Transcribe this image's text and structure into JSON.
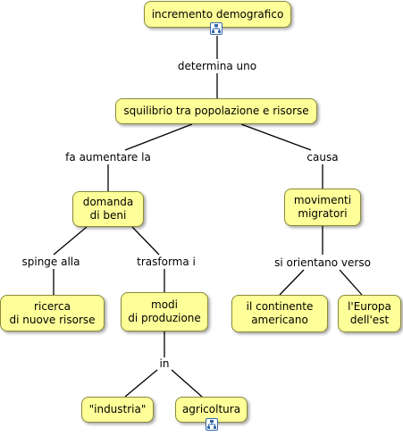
{
  "nodes": {
    "incremento": "incremento demografico",
    "squilibrio": "squilibrio tra popolazione e risorse",
    "domanda": "domanda\ndi beni",
    "movimenti": "movimenti\nmigratori",
    "ricerca": "ricerca\ndi nuove risorse",
    "modi": "modi\ndi produzione",
    "continente": "il continente\namericano",
    "europa": "l'Europa\ndell'est",
    "industria": "\"industria\"",
    "agricoltura": "agricoltura"
  },
  "links": {
    "determina": "determina uno",
    "fa_aumentare": "fa aumentare la",
    "causa": "causa",
    "spinge": "spinge alla",
    "trasforma": "trasforma i",
    "orientano": "si orientano verso",
    "in": "in"
  },
  "icons": [
    "concept-map-link-icon",
    "concept-map-link-icon"
  ],
  "colors": {
    "node_fill": "#ffff99",
    "node_border": "#8a8a3a",
    "line": "#000000",
    "icon": "#3366aa"
  }
}
